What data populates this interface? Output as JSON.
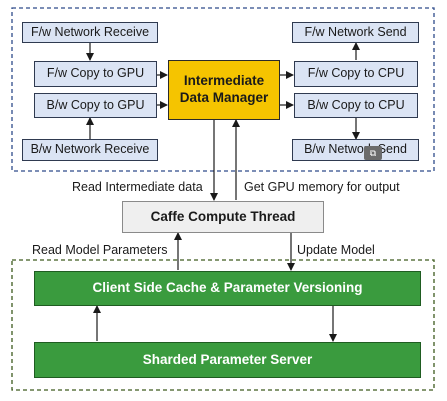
{
  "left_boxes": {
    "fw_network_receive": "F/w Network Receive",
    "fw_copy_to_gpu": "F/w Copy to GPU",
    "bw_copy_to_gpu": "B/w Copy to GPU",
    "bw_network_receive": "B/w Network Receive"
  },
  "right_boxes": {
    "fw_network_send": "F/w Network Send",
    "fw_copy_to_cpu": "F/w Copy to CPU",
    "bw_copy_to_cpu": "B/w Copy to CPU",
    "bw_network_send": "B/w Network Send"
  },
  "center": {
    "data_manager": "Intermediate Data Manager",
    "compute_thread": "Caffe Compute Thread"
  },
  "bottom": {
    "client_cache": "Client Side Cache & Parameter Versioning",
    "parameter_server": "Sharded Parameter Server"
  },
  "edge_labels": {
    "read_intermediate": "Read Intermediate data",
    "get_gpu_memory": "Get GPU memory for output",
    "read_model": "Read Model Parameters",
    "update_model": "Update Model"
  },
  "colors": {
    "blue_fill": "#dbe4f4",
    "yellow_fill": "#f5c400",
    "green_fill": "#3a9b3e",
    "top_border": "#2e4b8a",
    "bottom_border": "#3d5a1e"
  }
}
